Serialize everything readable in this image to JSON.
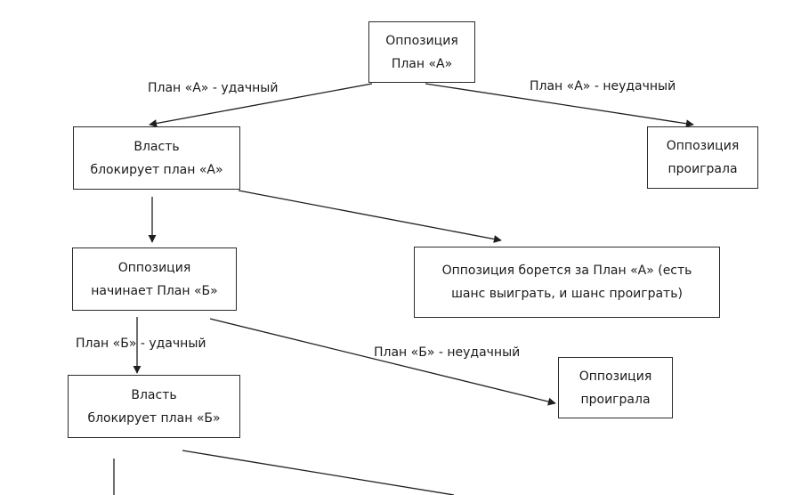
{
  "nodes": {
    "opposition_plan_a": {
      "line1": "Оппозиция",
      "line2": "План «А»"
    },
    "power_blocks_a": {
      "line1": "Власть",
      "line2": "блокирует план «А»"
    },
    "opposition_lost_1": {
      "line1": "Оппозиция",
      "line2": "проиграла"
    },
    "opposition_starts_b": {
      "line1": "Оппозиция",
      "line2": "начинает План «Б»"
    },
    "opposition_fights_a": {
      "line1": "Оппозиция борется за План «А» (есть",
      "line2": "шанс выиграть, и шанс проиграть)"
    },
    "power_blocks_b": {
      "line1": "Власть",
      "line2": "блокирует план «Б»"
    },
    "opposition_lost_2": {
      "line1": "Оппозиция",
      "line2": "проиграла"
    }
  },
  "edge_labels": {
    "plan_a_success": "План «А» - удачный",
    "plan_a_fail": "План «А» - неудачный",
    "plan_b_success": "План «Б» - удачный",
    "plan_b_fail": "План «Б» - неудачный"
  },
  "colors": {
    "line": "#1f1f1f",
    "border": "#2b2b2b",
    "text": "#1a1a1a"
  }
}
